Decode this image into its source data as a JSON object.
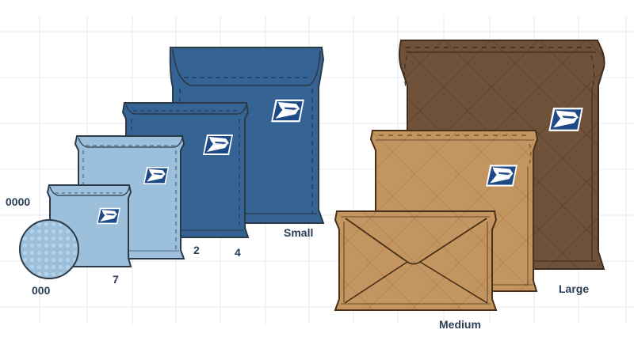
{
  "illustration": {
    "description": "USPS mailer and envelope sizes comparison",
    "colors": {
      "background": "#ffffff",
      "grid": "#e6e8eb",
      "outline": "#2c3a48",
      "light_blue": "#9cc0dc",
      "light_blue_dash": "#4f6e8c",
      "dark_blue": "#356494",
      "dark_blue_dash": "#1e3f62",
      "tan": "#c39560",
      "tan_line": "#6b4a26",
      "brown": "#6f5239",
      "brown_line": "#3f2c1c",
      "usps_blue": "#1d4a86",
      "label_text": "#2a3e55"
    },
    "padded_mailers": {
      "group_label": "Small",
      "items": [
        {
          "size": "0000",
          "style": "bubble",
          "color": "light-blue"
        },
        {
          "size": "000",
          "style": "envelope",
          "color": "light-blue"
        },
        {
          "size": "7",
          "style": "envelope",
          "color": "light-blue"
        },
        {
          "size": "2",
          "style": "envelope",
          "color": "dark-blue"
        },
        {
          "size": "4",
          "style": "envelope",
          "color": "dark-blue"
        }
      ]
    },
    "kraft_envelopes": {
      "items": [
        {
          "size": "Medium",
          "style": "flap-envelope + padded",
          "color": "tan"
        },
        {
          "size": "Large",
          "style": "padded",
          "color": "brown"
        }
      ]
    }
  },
  "labels": {
    "l0000": "0000",
    "l000": "000",
    "l7": "7",
    "l2": "2",
    "l4": "4",
    "small": "Small",
    "medium": "Medium",
    "large": "Large"
  }
}
